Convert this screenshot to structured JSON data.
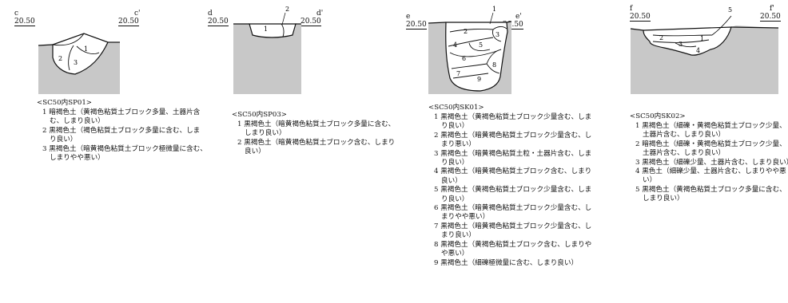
{
  "sections": [
    {
      "id": "c",
      "left_label": "c",
      "right_label": "c'",
      "left_level": "20.50",
      "right_level": "20.50",
      "caption": "<SC50内SP01>",
      "layer_numbers": [
        "1",
        "2",
        "3"
      ],
      "layers": [
        "1 暗褐色土（黄褐色粘質土ブロック多量、土器片含む、しまり良い）",
        "2 黒褐色土（褐色粘質土ブロック多量に含む、しまり良い）",
        "3 黒褐色土（暗黄褐色粘質土ブロック極微量に含む、しまりやや悪い）"
      ]
    },
    {
      "id": "d",
      "left_label": "d",
      "right_label": "d'",
      "left_level": "20.50",
      "right_level": "20.50",
      "caption": "<SC50内SP03>",
      "layer_numbers": [
        "1",
        "2"
      ],
      "layers": [
        "1 黒褐色土（暗黄褐色粘質土ブロック多量に含む、しまり良い）",
        "2 黒褐色土（暗黄褐色粘質土ブロック含む、しまり良い）"
      ]
    },
    {
      "id": "e",
      "left_label": "e",
      "right_label": "e'",
      "left_level": "20.50",
      "right_level": "20.50",
      "caption": "<SC50内SK01>",
      "layer_numbers": [
        "1",
        "2",
        "3",
        "4",
        "5",
        "6",
        "7",
        "8",
        "9"
      ],
      "layers": [
        "1 黒褐色土（黄褐色粘質土ブロック少量含む、しまり良い）",
        "2 黒褐色土（暗黄褐色粘質土ブロック少量含む、しまり悪い）",
        "3 黒褐色土（暗黄褐色粘質土粒・土器片含む、しまり良い）",
        "4 黒褐色土（暗黄褐色粘質土ブロック含む、しまり良い）",
        "5 黒褐色土（黄褐色粘質土ブロック少量含む、しまり良い）",
        "6 黒褐色土（暗黄褐色粘質土ブロック少量含む、しまりやや悪い）",
        "7 黒褐色土（暗黄褐色粘質土ブロック少量含む、しまり良い）",
        "8 黒褐色土（黄褐色粘質土ブロック含む、しまりやや悪い）",
        "9 黒褐色土（細礫極微量に含む、しまり良い）"
      ]
    },
    {
      "id": "f",
      "left_label": "f",
      "right_label": "f'",
      "left_level": "20.50",
      "right_level": "20.50",
      "caption": "<SC50内SK02>",
      "layer_numbers": [
        "1",
        "2",
        "3",
        "4",
        "5"
      ],
      "layers": [
        "1 黒褐色土（細礫・黄褐色粘質土ブロック少量、土器片含む、しまり良い）",
        "2 暗褐色土（細礫・黄褐色粘質土ブロック少量、土器片含む、しまり良い）",
        "3 黒褐色土（細礫少量、土器片含む、しまり良い）",
        "4 黒色土（細礫少量、土器片含む、しまりやや悪い）",
        "5 黒褐色土（黄褐色粘質土ブロック多量に含む、しまり良い）"
      ]
    }
  ],
  "colors": {
    "fill": "#c8c8c8",
    "line": "#111111",
    "pit": "#ffffff"
  }
}
